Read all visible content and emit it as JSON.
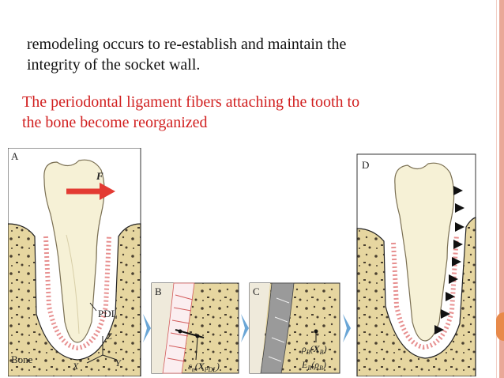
{
  "slide": {
    "line1": "remodeling occurs to re-establish and maintain the",
    "line2": "integrity of the socket wall.",
    "red_line1": "The periodontal ligament fibers attaching the tooth to",
    "red_line2": "the bone become reorganized"
  },
  "figure": {
    "panel_a": "A",
    "panel_b": "B",
    "panel_c": "C",
    "panel_d": "D",
    "force_label": "F",
    "pdl_label": "PDL",
    "bone_label": "Bone",
    "axis_x": "X",
    "axis_y": "Y",
    "axis_z": "Z",
    "b_formula_sym": "ε",
    "b_formula_sub": "n",
    "b_formula_arg": "X",
    "b_formula_argsub": "PDL",
    "c_rho": "ρ",
    "c_rho_sub": "B",
    "c_rho_arg": "X",
    "c_rho_argsub": "B",
    "c_e": "E",
    "c_e_sub": "B",
    "c_e_arg": "ρ",
    "c_e_argsub": "B"
  },
  "colors": {
    "accent_red": "#d11f1f",
    "bone": "#e6d6a0",
    "tooth": "#f6f1d6",
    "arrow_blue": "#6aa6d6",
    "frame": "#e9a898"
  }
}
